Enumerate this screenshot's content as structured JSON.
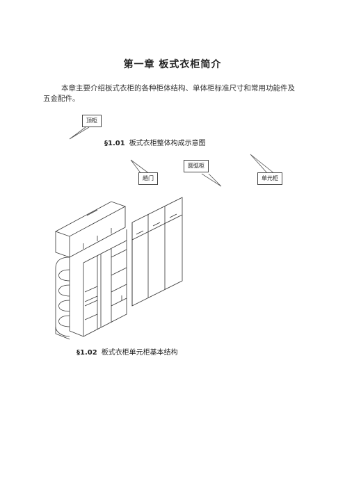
{
  "heading": "第一章  板式衣柜简介",
  "intro": "本章主要介绍板式衣柜的各种柜体结构、单体柜标准尺寸和常用功能件及五金配件。",
  "figure1": {
    "number": "§1.01",
    "caption": "板式衣柜整体构成示意图"
  },
  "figure2": {
    "number": "§1.02",
    "caption": "板式衣柜单元柜基本结构"
  },
  "callouts": {
    "top_cabinet": "顶柜",
    "swing_door": "趟门",
    "arc_cabinet": "圆弧柜",
    "unit_cabinet": "单元柜"
  }
}
